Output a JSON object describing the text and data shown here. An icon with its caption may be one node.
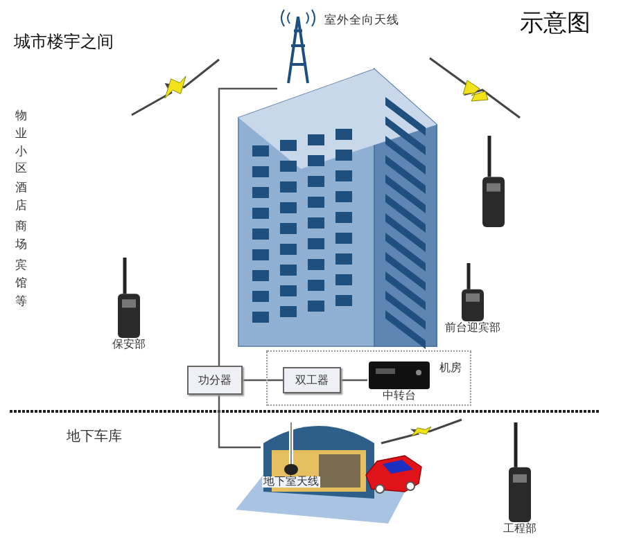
{
  "diagram": {
    "title": "示意图",
    "nodes": [
      {
        "text": [],
        "shape": "picture",
        "beside": [
          "室外全向天线"
        ]
      },
      {
        "text": [],
        "shape": "picture"
      },
      {
        "text": [],
        "shape": "picture",
        "beside": [
          "前台迎宾部"
        ]
      },
      {
        "text": [],
        "shape": "picture",
        "beside": [
          "保安部"
        ]
      },
      {
        "text": [
          "功分器"
        ]
      },
      {
        "text": [
          "机房"
        ]
      },
      {
        "text": [
          "双工器"
        ],
        "in": 5
      },
      {
        "text": [],
        "shape": "picture",
        "beside": [
          "中转台"
        ],
        "in": 5
      },
      {
        "text": [
          "地下室天线"
        ]
      },
      {
        "text": [],
        "shape": "picture",
        "beside": [
          "工程部"
        ]
      }
    ],
    "edges": [
      {
        "from": 4,
        "to": 6,
        "arrow": "none"
      },
      {
        "from": 6,
        "to": 7,
        "arrow": "none"
      },
      {
        "from": 4,
        "to": 0,
        "arrow": "none"
      },
      {
        "from": 4,
        "to": 8,
        "arrow": "none"
      }
    ],
    "labels": [
      "城市楼宇之间",
      "物业小区",
      "酒店",
      "商场",
      "宾馆等",
      "地下车库"
    ]
  }
}
